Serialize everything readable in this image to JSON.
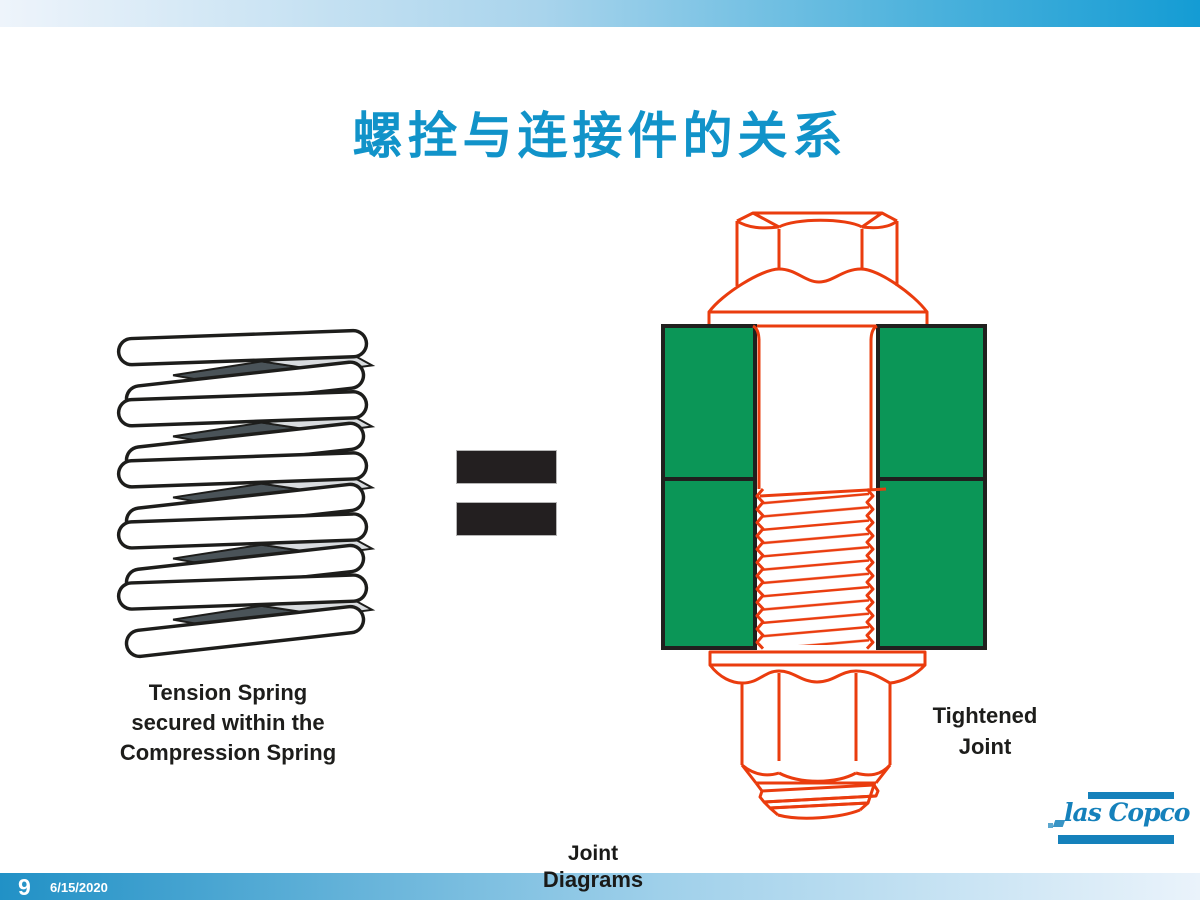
{
  "slide": {
    "title": "螺拴与连接件的关系",
    "figures": {
      "spring_caption_lines": [
        "Tension Spring",
        "secured within the",
        "Compression Spring"
      ],
      "joint_caption_lines": [
        "Tightened",
        "Joint"
      ],
      "equals_symbol": "="
    },
    "footer": {
      "title_lines": [
        "Joint",
        "Diagrams"
      ],
      "page_number": "9",
      "date": "6/15/2020"
    },
    "logo_text": "las Copco",
    "colors": {
      "title_blue": "#1193c9",
      "bolt_orange": "#ea3c0e",
      "plate_green": "#0b9657",
      "logo_blue": "#1581bb",
      "bar_blue_dark": "#2191c6",
      "bar_blue_light": "#eaf3fb",
      "ink_black": "#1d1d1b",
      "spring_dark_gray": "#4a5358",
      "spring_light_gray": "#d9dcdf"
    }
  }
}
